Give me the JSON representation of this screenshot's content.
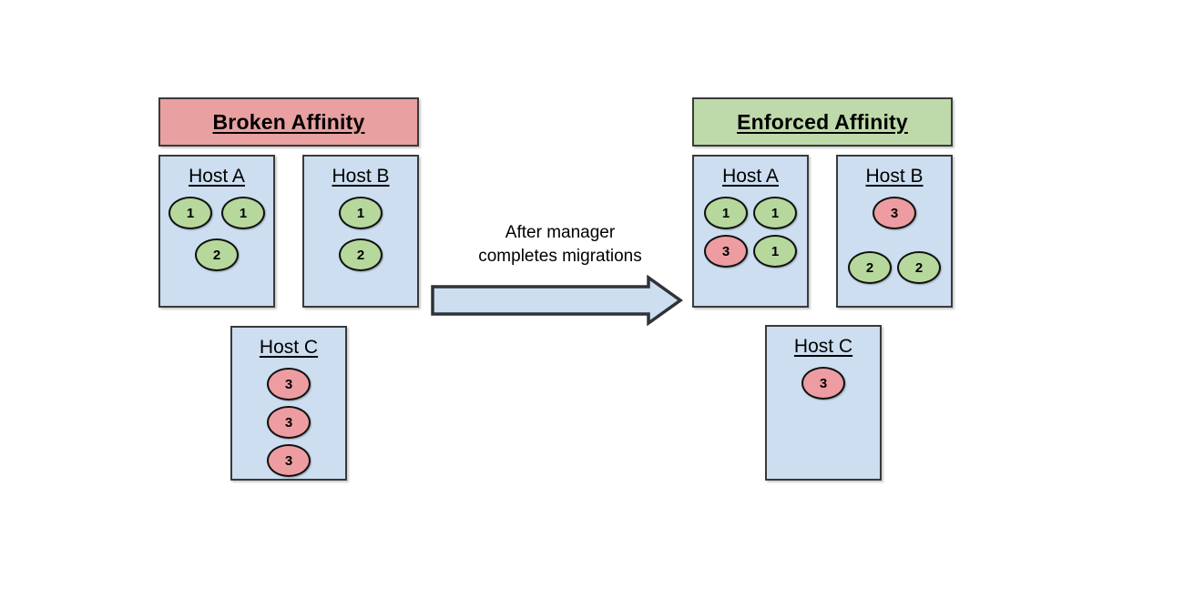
{
  "diagram": {
    "title_left": "Broken Affinity",
    "title_right": "Enforced Affinity",
    "transition_caption": "After manager\ncompletes migrations",
    "colors": {
      "header_broken_bg": "#e8a0a0",
      "header_enforced_bg": "#bedaaa",
      "host_box_bg": "#ccdef0",
      "vm_green": "#b7d89c",
      "vm_red": "#ed9da1",
      "arrow_fill": "#ccdef0",
      "stroke": "#3a3a3a",
      "background": "#ffffff"
    },
    "left_panel": {
      "hosts": [
        {
          "name": "Host A",
          "rows": [
            [
              {
                "label": "1",
                "color": "green"
              },
              {
                "label": "1",
                "color": "green"
              }
            ],
            [
              {
                "label": "2",
                "color": "green"
              }
            ]
          ]
        },
        {
          "name": "Host B",
          "rows": [
            [
              {
                "label": "1",
                "color": "green"
              }
            ],
            [
              {
                "label": "2",
                "color": "green"
              }
            ]
          ]
        },
        {
          "name": "Host C",
          "rows": [
            [
              {
                "label": "3",
                "color": "red"
              }
            ],
            [
              {
                "label": "3",
                "color": "red"
              }
            ],
            [
              {
                "label": "3",
                "color": "red"
              }
            ]
          ]
        }
      ]
    },
    "right_panel": {
      "hosts": [
        {
          "name": "Host A",
          "rows": [
            [
              {
                "label": "1",
                "color": "green"
              },
              {
                "label": "1",
                "color": "green"
              }
            ],
            [
              {
                "label": "3",
                "color": "red"
              },
              {
                "label": "1",
                "color": "green"
              }
            ]
          ]
        },
        {
          "name": "Host B",
          "rows": [
            [
              {
                "label": "3",
                "color": "red"
              }
            ],
            [
              {
                "label": "2",
                "color": "green"
              },
              {
                "label": "2",
                "color": "green"
              }
            ]
          ]
        },
        {
          "name": "Host C",
          "rows": [
            [
              {
                "label": "3",
                "color": "red"
              }
            ]
          ]
        }
      ]
    },
    "arrow": {
      "icon": "right-arrow-icon",
      "direction": "right"
    }
  }
}
